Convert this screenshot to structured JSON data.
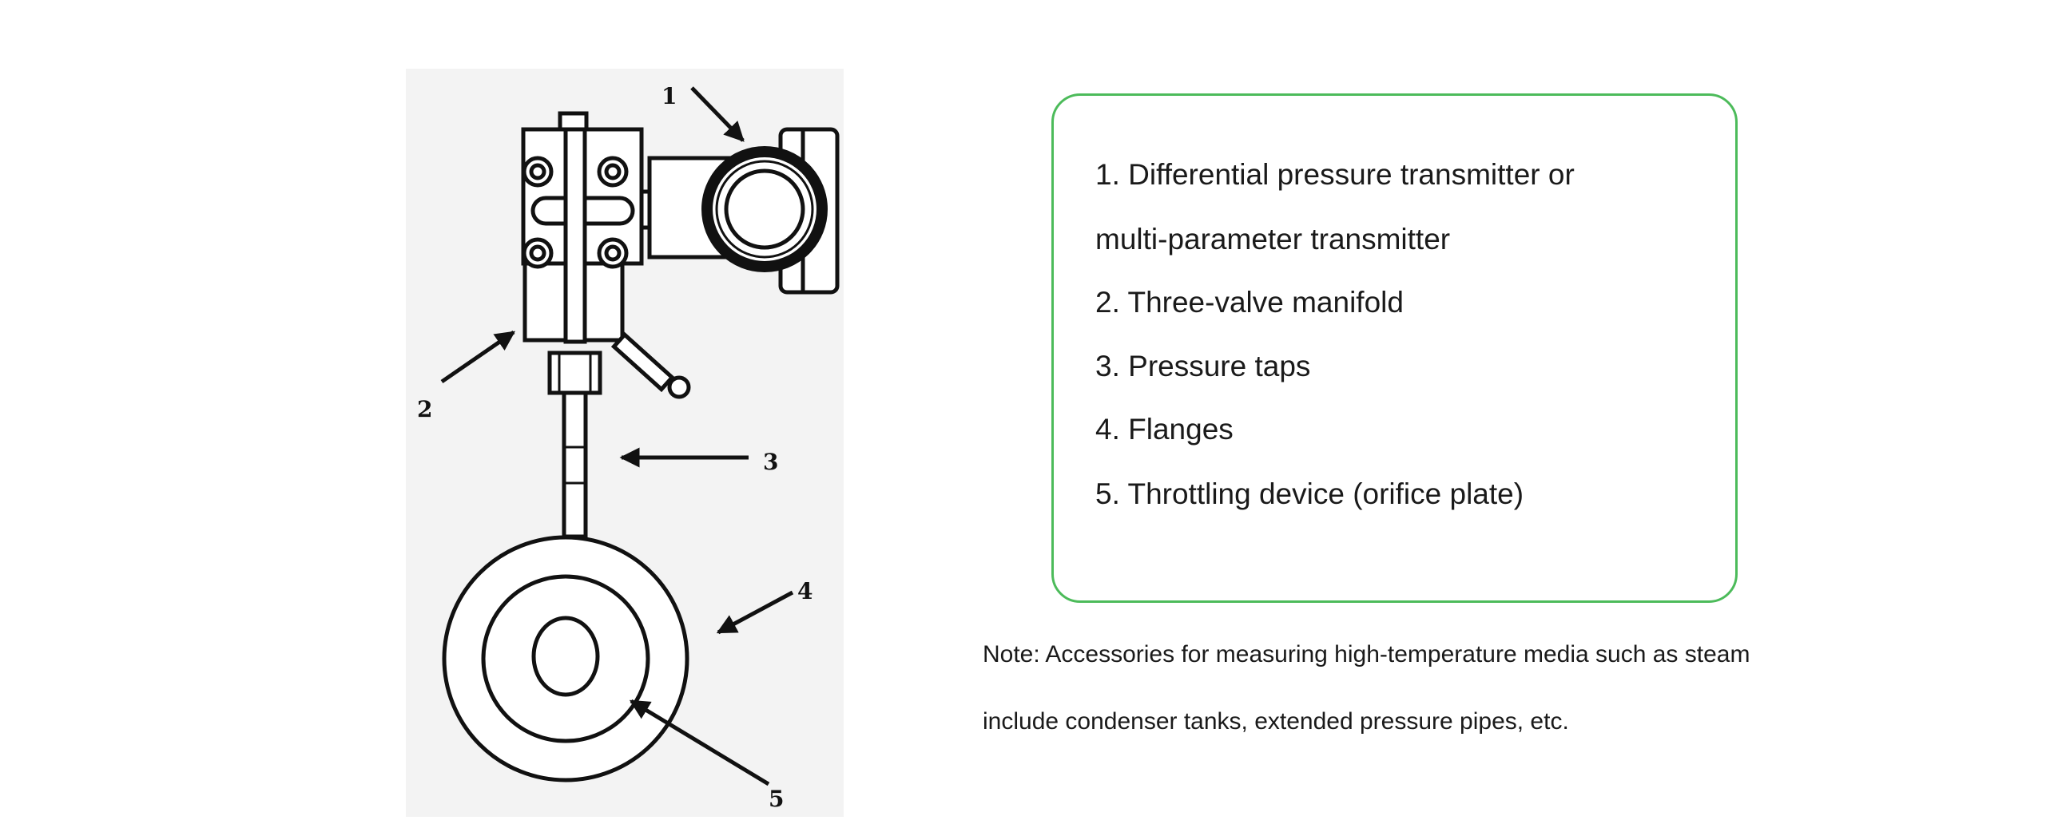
{
  "diagram": {
    "callouts": [
      "1",
      "2",
      "3",
      "4",
      "5"
    ]
  },
  "legend": {
    "lines": [
      "1. Differential pressure transmitter or",
      "multi-parameter transmitter",
      "2. Three-valve manifold",
      "3. Pressure taps",
      "4. Flanges",
      "5. Throttling device (orifice plate)"
    ],
    "border_color": "#4cbb5a"
  },
  "note": {
    "lines": [
      "Note: Accessories for measuring high-temperature media such as steam",
      "include condenser tanks, extended pressure pipes, etc."
    ]
  }
}
